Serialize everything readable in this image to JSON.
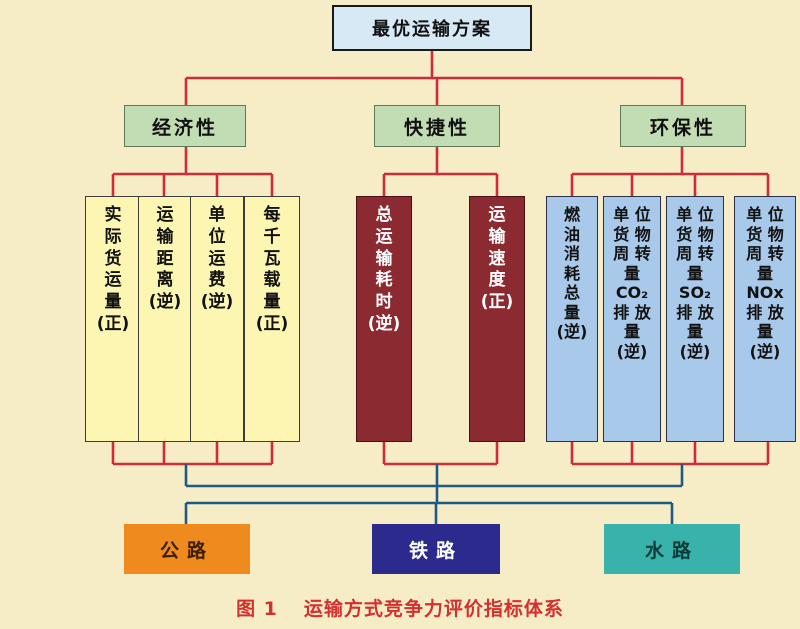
{
  "root": "最优运输方案",
  "criteria": [
    "经济性",
    "快捷性",
    "环保性"
  ],
  "indicators": [
    "实\n际\n货\n运\n量\n(正)",
    "运\n输\n距\n离\n(逆)",
    "单\n位\n运\n费\n(逆)",
    "每\n千\n瓦\n载\n量\n(正)",
    "总\n运\n输\n耗\n时\n(逆)",
    "运\n输\n速\n度\n(正)",
    "燃\n油\n消\n耗\n总\n量\n(逆)",
    "单 位\n货 物\n周 转\n量\nCO₂\n排 放\n量\n(逆)",
    "单 位\n货 物\n周 转\n量\nSO₂\n排 放\n量\n(逆)",
    "单 位\n货 物\n周 转\n量\nNOx\n排 放\n量\n(逆)"
  ],
  "modes": [
    "公路",
    "铁路",
    "水路"
  ],
  "caption": {
    "figure_number": "图 1",
    "text": "运输方式竞争力评价指标体系"
  },
  "colors": {
    "background": "#f6ecc5",
    "top_connector": "#d12a3a",
    "bottom_connector": "#1f5a86",
    "economy_indicator_fill": "#fdf6b2",
    "speed_indicator_fill": "#8b2a30",
    "environment_indicator_fill": "#a9c9ea",
    "road_fill": "#ee8a1e",
    "rail_fill": "#2c2a8c",
    "water_fill": "#38b2ab",
    "caption": "#d43030"
  }
}
